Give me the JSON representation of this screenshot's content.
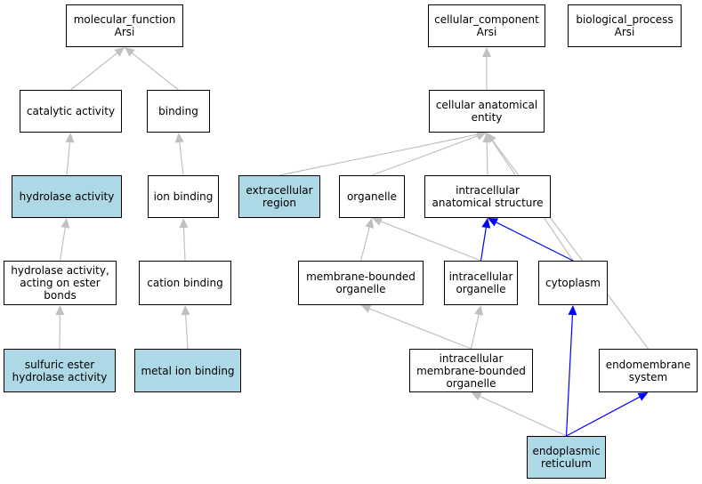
{
  "colors": {
    "highlight": "#add8e6",
    "edge_grey": "#c0c0c0",
    "edge_blue": "#0000ff"
  },
  "nodes": {
    "molecular_function": {
      "label": "molecular_function\nArsi",
      "highlight": false
    },
    "cellular_component": {
      "label": "cellular_component\nArsi",
      "highlight": false
    },
    "biological_process": {
      "label": "biological_process\nArsi",
      "highlight": false
    },
    "catalytic_activity": {
      "label": "catalytic activity",
      "highlight": false
    },
    "binding": {
      "label": "binding",
      "highlight": false
    },
    "cellular_anatomical_entity": {
      "label": "cellular anatomical\nentity",
      "highlight": false
    },
    "hydrolase_activity": {
      "label": "hydrolase activity",
      "highlight": true
    },
    "ion_binding": {
      "label": "ion binding",
      "highlight": false
    },
    "extracellular_region": {
      "label": "extracellular\nregion",
      "highlight": true
    },
    "organelle": {
      "label": "organelle",
      "highlight": false
    },
    "intracellular_anatomical_structure": {
      "label": "intracellular\nanatomical structure",
      "highlight": false
    },
    "hydrolase_activity_ester": {
      "label": "hydrolase activity,\nacting on ester\nbonds",
      "highlight": false
    },
    "cation_binding": {
      "label": "cation binding",
      "highlight": false
    },
    "membrane_bounded_organelle": {
      "label": "membrane-bounded\norganelle",
      "highlight": false
    },
    "intracellular_organelle": {
      "label": "intracellular\norganelle",
      "highlight": false
    },
    "cytoplasm": {
      "label": "cytoplasm",
      "highlight": false
    },
    "sulfuric_ester": {
      "label": "sulfuric ester\nhydrolase activity",
      "highlight": true
    },
    "metal_ion_binding": {
      "label": "metal ion binding",
      "highlight": true
    },
    "intracellular_membrane_bounded_organelle": {
      "label": "intracellular\nmembrane-bounded\norganelle",
      "highlight": false
    },
    "endomembrane_system": {
      "label": "endomembrane\nsystem",
      "highlight": false
    },
    "endoplasmic_reticulum": {
      "label": "endoplasmic\nreticulum",
      "highlight": true
    }
  },
  "edges": [
    {
      "from": "catalytic_activity",
      "to": "molecular_function",
      "color": "grey"
    },
    {
      "from": "binding",
      "to": "molecular_function",
      "color": "grey"
    },
    {
      "from": "hydrolase_activity",
      "to": "catalytic_activity",
      "color": "grey"
    },
    {
      "from": "hydrolase_activity_ester",
      "to": "hydrolase_activity",
      "color": "grey"
    },
    {
      "from": "sulfuric_ester",
      "to": "hydrolase_activity_ester",
      "color": "grey"
    },
    {
      "from": "ion_binding",
      "to": "binding",
      "color": "grey"
    },
    {
      "from": "cation_binding",
      "to": "ion_binding",
      "color": "grey"
    },
    {
      "from": "metal_ion_binding",
      "to": "cation_binding",
      "color": "grey"
    },
    {
      "from": "cellular_anatomical_entity",
      "to": "cellular_component",
      "color": "grey"
    },
    {
      "from": "extracellular_region",
      "to": "cellular_anatomical_entity",
      "color": "grey"
    },
    {
      "from": "organelle",
      "to": "cellular_anatomical_entity",
      "color": "grey"
    },
    {
      "from": "intracellular_anatomical_structure",
      "to": "cellular_anatomical_entity",
      "color": "grey"
    },
    {
      "from": "cytoplasm",
      "to": "cellular_anatomical_entity",
      "color": "grey"
    },
    {
      "from": "endomembrane_system",
      "to": "cellular_anatomical_entity",
      "color": "grey"
    },
    {
      "from": "membrane_bounded_organelle",
      "to": "organelle",
      "color": "grey"
    },
    {
      "from": "intracellular_organelle",
      "to": "organelle",
      "color": "grey"
    },
    {
      "from": "intracellular_organelle",
      "to": "intracellular_anatomical_structure",
      "color": "blue"
    },
    {
      "from": "cytoplasm",
      "to": "intracellular_anatomical_structure",
      "color": "blue"
    },
    {
      "from": "intracellular_membrane_bounded_organelle",
      "to": "membrane_bounded_organelle",
      "color": "grey"
    },
    {
      "from": "intracellular_membrane_bounded_organelle",
      "to": "intracellular_organelle",
      "color": "grey"
    },
    {
      "from": "endoplasmic_reticulum",
      "to": "intracellular_membrane_bounded_organelle",
      "color": "grey"
    },
    {
      "from": "endoplasmic_reticulum",
      "to": "cytoplasm",
      "color": "blue"
    },
    {
      "from": "endoplasmic_reticulum",
      "to": "endomembrane_system",
      "color": "blue"
    }
  ]
}
